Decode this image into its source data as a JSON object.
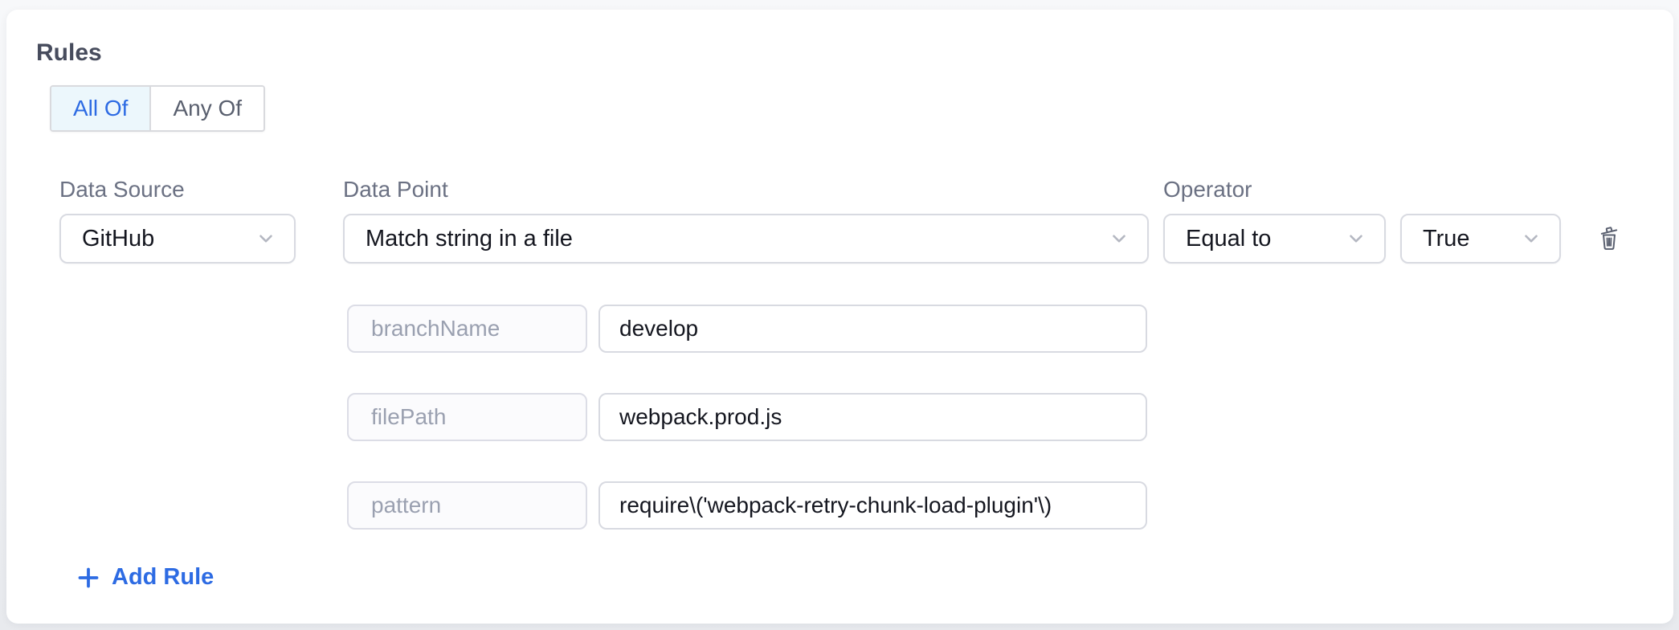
{
  "colors": {
    "accent_blue": "#2d6be3",
    "active_segment_bg": "#ecf7fc",
    "control_border": "#d8dae1",
    "label_gray": "#6b7183",
    "text_dark": "#14161f",
    "muted_param_text": "#9aa0b0",
    "trash_icon_gray": "#5a6070"
  },
  "rules_section": {
    "title": "Rules",
    "match_mode": {
      "all_of_label": "All Of",
      "any_of_label": "Any Of",
      "selected": "All Of"
    },
    "rule": {
      "data_source": {
        "label": "Data Source",
        "value": "GitHub"
      },
      "data_point": {
        "label": "Data Point",
        "value": "Match string in a file"
      },
      "operator": {
        "label": "Operator",
        "value": "Equal to"
      },
      "expected_value": {
        "value": "True"
      },
      "params": [
        {
          "name": "branchName",
          "value": "develop"
        },
        {
          "name": "filePath",
          "value": "webpack.prod.js"
        },
        {
          "name": "pattern",
          "value": "require\\('webpack-retry-chunk-load-plugin'\\)"
        }
      ]
    },
    "add_rule": {
      "label": "Add Rule"
    }
  }
}
